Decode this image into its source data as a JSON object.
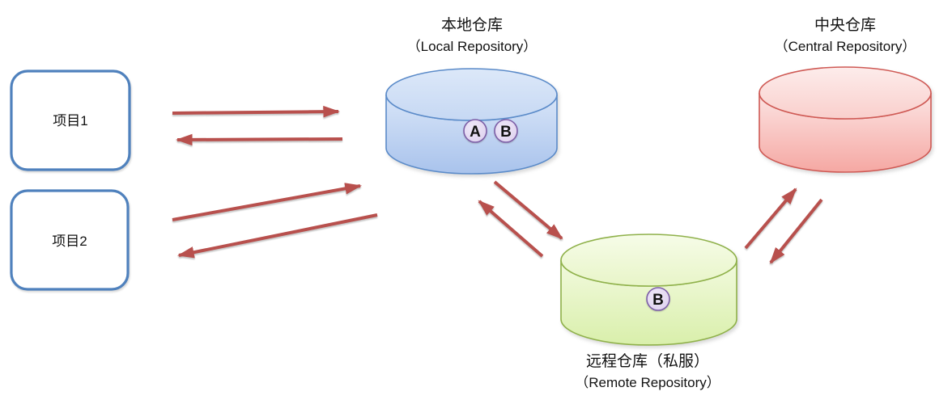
{
  "projects": [
    {
      "label": "项目1"
    },
    {
      "label": "项目2"
    }
  ],
  "local_repo": {
    "title_zh": "本地仓库",
    "title_en": "（Local Repository）",
    "artifacts": [
      "A",
      "B"
    ]
  },
  "central_repo": {
    "title_zh": "中央仓库",
    "title_en": "（Central Repository）"
  },
  "remote_repo": {
    "title_zh": "远程仓库（私服）",
    "title_en": "（Remote Repository）",
    "artifacts": [
      "B"
    ]
  },
  "colors": {
    "arrow": "#b8504d",
    "project_border": "#4f81bd",
    "local_border": "#5b8bc9",
    "local_fill_top": "#d8e5f8",
    "local_fill_bottom": "#a9c3ec",
    "local_top_ellipse": "#d2e1f6",
    "central_border": "#cf5a55",
    "central_fill_top": "#fce4e3",
    "central_fill_bottom": "#f5a8a3",
    "central_top_ellipse": "#fbdbd9",
    "remote_border": "#8fb14a",
    "remote_fill_top": "#f2fade",
    "remote_fill_bottom": "#d9efab",
    "remote_top_ellipse": "#eef8d8",
    "artifact_fill": "#e3d7f0",
    "artifact_border": "#7d5fa8",
    "text": "#111111"
  }
}
